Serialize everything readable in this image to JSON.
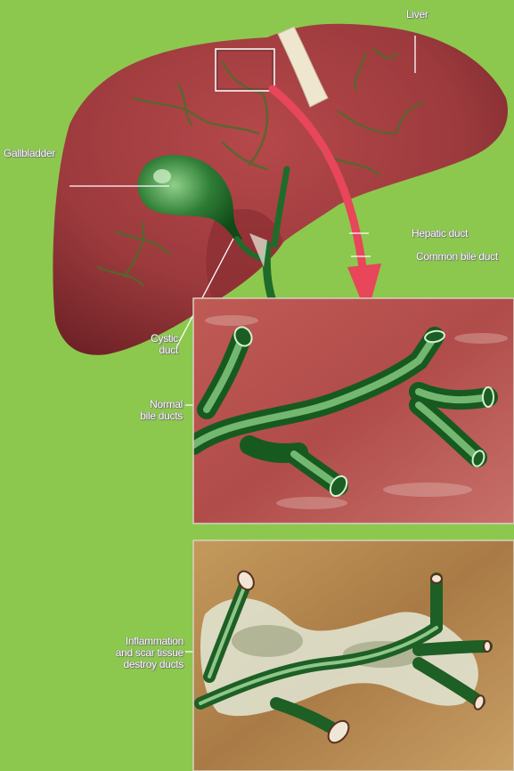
{
  "figure": {
    "colors": {
      "background": "#8cc84e",
      "liver": "#9c3a3d",
      "liver_dark": "#6e2226",
      "bile_duct": "#1f6b2a",
      "bile_duct_light": "#6fbf6a",
      "arrow": "#e8465a",
      "normal_tissue": "#b5524f",
      "damaged_tissue": "#b98a4e",
      "label_text": "#ffffff"
    },
    "labels": {
      "liver": "Liver",
      "gallbladder": "Gallbladder",
      "hepatic_duct": "Hepatic duct",
      "common_bile_duct": "Common bile duct",
      "cystic_duct": "Cystic\nduct",
      "normal_bile_ducts": "Normal\nbile ducts",
      "damaged_ducts": "Inflammation\nand scar tissue\ndestroy ducts"
    },
    "panels": [
      "normal-bile-ducts-panel",
      "damaged-bile-ducts-panel"
    ]
  }
}
